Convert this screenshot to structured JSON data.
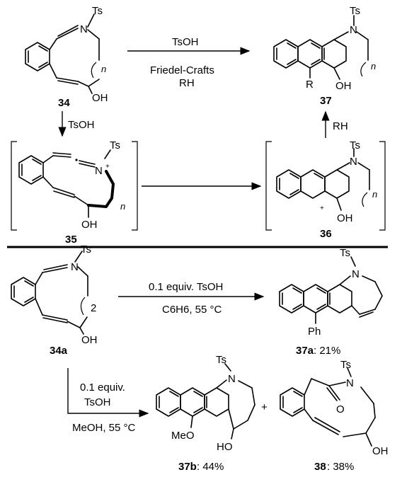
{
  "top_scheme": {
    "compound_34": "34",
    "compound_35": "35",
    "compound_36": "36",
    "compound_37": "37",
    "arrow_34_to_37_top": "TsOH",
    "arrow_34_to_37_bottom_1": "Friedel-Crafts",
    "arrow_34_to_37_bottom_2": "RH",
    "arrow_34_to_35": "TsOH",
    "arrow_36_to_37": "RH"
  },
  "bottom_scheme": {
    "compound_34a": "34a",
    "product_37a_id": "37a",
    "product_37a_yield": ": 21%",
    "product_37b_id": "37b",
    "product_37b_yield": ": 44%",
    "product_38_id": "38",
    "product_38_yield": ": 38%",
    "arrow_right_top": "0.1 equiv. TsOH",
    "arrow_right_bottom_solvent": "C6H6, 55 °C",
    "arrow_down_line_1": "0.1 equiv.",
    "arrow_down_line_2": "TsOH",
    "arrow_down_line_3": "MeOH, 55 °C",
    "plus_sign": "+"
  },
  "atoms": {
    "ts": "Ts",
    "n": "N",
    "oh": "OH",
    "ho": "HO",
    "r": "R",
    "ph": "Ph",
    "meo": "MeO",
    "o": "O",
    "n_sub": "n",
    "two_sub": "2",
    "plus": "+",
    "cation": "+"
  }
}
